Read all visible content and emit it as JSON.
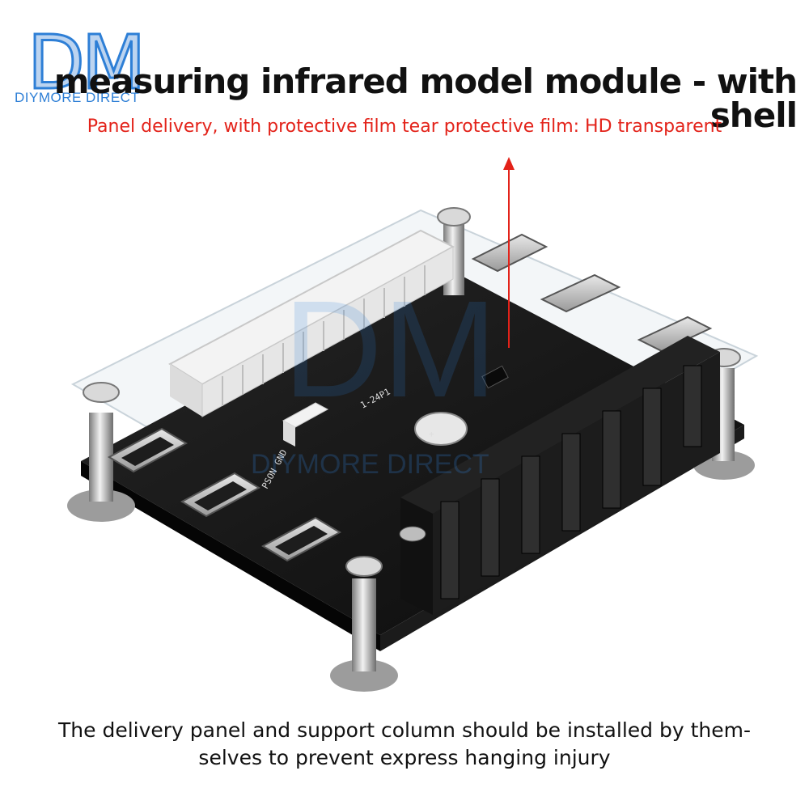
{
  "logo": {
    "letters": "DM",
    "brand": "DIYMORE DIRECT"
  },
  "title": "measuring infrared model module - with shell",
  "subtitle": "Panel delivery, with protective film tear protective film: HD transparent",
  "caption": {
    "line1": "The delivery panel and support column should be installed by them-",
    "line2": "selves to prevent express hanging injury"
  },
  "pcb_labels": {
    "connector": "1-24P1",
    "pson": "PSON GND"
  },
  "watermark": "DIYMORE DIRECT",
  "colors": {
    "accent_red": "#e32219",
    "brand_blue": "#2e7fd6",
    "pcb_black": "#141414"
  }
}
